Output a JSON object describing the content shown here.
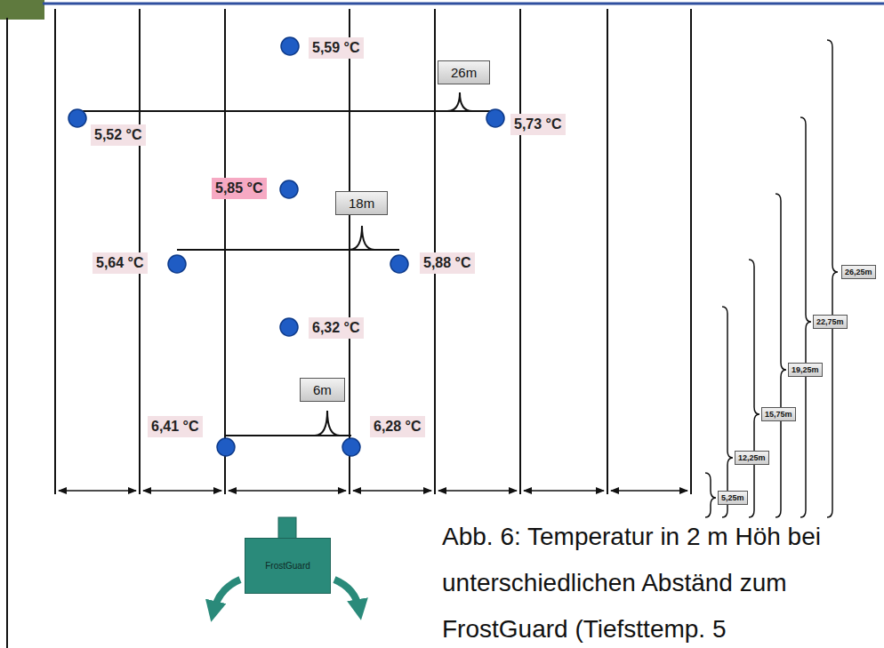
{
  "diagram": {
    "caption": "Abb. 6: Temperatur in 2 m Höh bei unterschiedlichen Abständ zum FrostGuard (Tiefsttemp. 5",
    "nodes": [
      {
        "text": [
          "5,59 °C"
        ]
      },
      {
        "text": [
          "26m"
        ]
      },
      {
        "text": [
          "5,52 °C"
        ]
      },
      {
        "text": [
          "5,73 °C"
        ]
      },
      {
        "text": [
          "5,85 °C"
        ]
      },
      {
        "text": [
          "18m"
        ]
      },
      {
        "text": [
          "5,64 °C"
        ]
      },
      {
        "text": [
          "5,88 °C"
        ]
      },
      {
        "text": [
          "6,32 °C"
        ]
      },
      {
        "text": [
          "6m"
        ]
      },
      {
        "text": [
          "6,41 °C"
        ]
      },
      {
        "text": [
          "6,28 °C"
        ]
      },
      {
        "text": [
          "26,25m"
        ]
      },
      {
        "text": [
          "22,75m"
        ]
      },
      {
        "text": [
          "19,25m"
        ]
      },
      {
        "text": [
          "15,75m"
        ]
      },
      {
        "text": [
          "12,25m"
        ]
      },
      {
        "text": [
          "5,25m"
        ]
      },
      {
        "text": [
          "FrostGuard"
        ]
      }
    ]
  }
}
